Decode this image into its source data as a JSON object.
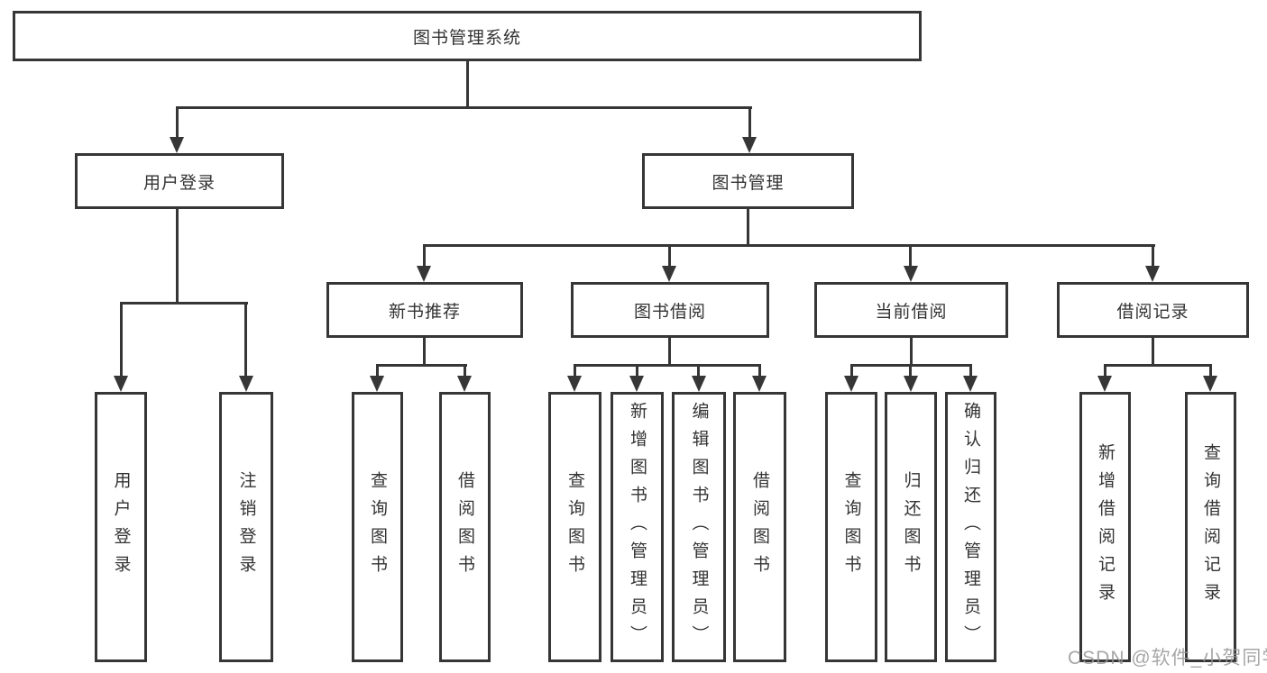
{
  "diagram": {
    "title": "图书管理系统",
    "root": {
      "label": "图书管理系统"
    },
    "level2": {
      "user_login": {
        "label": "用户登录"
      },
      "book_management": {
        "label": "图书管理"
      }
    },
    "level3": {
      "new_book_recommend": {
        "label": "新书推荐"
      },
      "book_borrow": {
        "label": "图书借阅"
      },
      "current_borrow": {
        "label": "当前借阅"
      },
      "borrow_records": {
        "label": "借阅记录"
      }
    },
    "leaves": {
      "user_login": [
        "用户登录",
        "注销登录"
      ],
      "new_book_recommend": [
        "查询图书",
        "借阅图书"
      ],
      "book_borrow": [
        "查询图书",
        "新增图书（管理员）",
        "编辑图书（管理员）",
        "借阅图书"
      ],
      "current_borrow": [
        "查询图书",
        "归还图书",
        "确认归还（管理员）"
      ],
      "borrow_records": [
        "新增借阅记录",
        "查询借阅记录"
      ]
    }
  },
  "watermark": "CSDN @软件_小贺同学",
  "colors": {
    "line": "#363636",
    "text": "#333333",
    "background": "#ffffff",
    "watermark": "#969696"
  }
}
